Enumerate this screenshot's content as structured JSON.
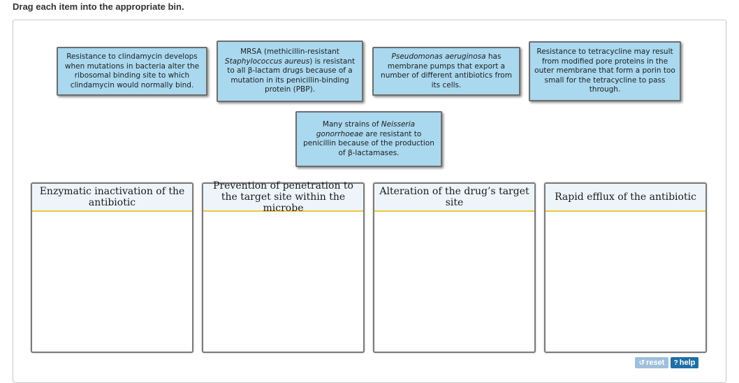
{
  "instruction": "Drag each item into the appropriate bin.",
  "items": [
    {
      "parts": [
        "Resistance to clindamycin develops when mutations in bacteria alter the ribosomal binding site to which clindamycin would normally bind."
      ]
    },
    {
      "parts": [
        "MRSA (methicillin-resistant ",
        "Staphylococcus aureus",
        ") is resistant to all β-lactam drugs because of a mutation in its penicillin-binding protein (PBP)."
      ]
    },
    {
      "parts": [
        "",
        "Pseudomonas aeruginosa",
        " has membrane pumps that export a number of different antibiotics from its cells."
      ]
    },
    {
      "parts": [
        "Resistance to tetracycline may result from modified pore proteins in the outer membrane that form a porin too small for the tetracycline to pass through."
      ]
    },
    {
      "parts": [
        "Many strains of ",
        "Neisseria gonorrhoeae",
        " are resistant to penicillin because of the production of β-lactamases."
      ]
    }
  ],
  "bins": [
    {
      "label": "Enzymatic inactivation of the antibiotic"
    },
    {
      "label": "Prevention of penetration to the target site within the microbe"
    },
    {
      "label": "Alteration of the drug’s target site"
    },
    {
      "label": "Rapid efflux of the antibiotic"
    }
  ],
  "buttons": {
    "reset_label": "reset",
    "reset_icon": "reset-icon",
    "help_label": "help",
    "help_icon": "question-icon"
  },
  "colors": {
    "item_bg": "#a9d8ef",
    "bin_header_bg": "#eef5fa",
    "bin_header_underline": "#f0c542",
    "help_button": "#1f6fa6",
    "reset_button": "#9fbfdc"
  }
}
